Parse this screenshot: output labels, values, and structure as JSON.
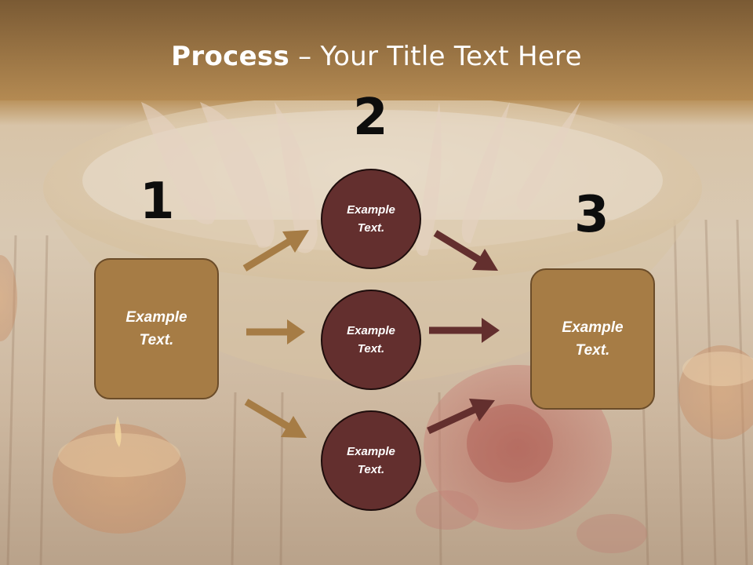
{
  "title": {
    "bold": "Process",
    "rest": " – Your Title Text Here"
  },
  "numbers": [
    "1",
    "2",
    "3"
  ],
  "left_box": {
    "line1": "Example",
    "line2": "Text."
  },
  "circles": [
    {
      "line1": "Example",
      "line2": "Text."
    },
    {
      "line1": "Example",
      "line2": "Text."
    },
    {
      "line1": "Example",
      "line2": "Text."
    }
  ],
  "right_box": {
    "line1": "Example",
    "line2": "Text."
  },
  "colors": {
    "box": "#a67c45",
    "circle": "#632f2e",
    "arrow_tan": "#a67c45",
    "arrow_dark": "#632f2e",
    "header": "#8a6a3e"
  }
}
